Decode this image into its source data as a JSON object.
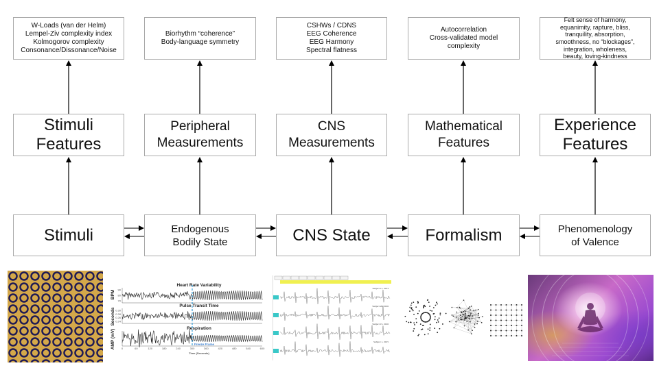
{
  "diagram": {
    "columns": [
      {
        "id": "stimuli",
        "top_box": "W-Loads (van der Helm)\nLempel-Ziv complexity index\nKolmogorov complexity\nConsonance/Dissonance/Noise",
        "middle_box": "Stimuli\nFeatures",
        "bottom_box": "Stimuli"
      },
      {
        "id": "body",
        "top_box": "Biorhythm “coherence”\nBody-language symmetry",
        "middle_box": "Peripheral\nMeasurements",
        "bottom_box": "Endogenous\nBodily State"
      },
      {
        "id": "cns",
        "top_box": "CSHWs / CDNS\nEEG Coherence\nEEG Harmony\nSpectral flatness",
        "middle_box": "CNS\nMeasurements",
        "bottom_box": "CNS State"
      },
      {
        "id": "formalism",
        "top_box": "Autocorrelation\nCross-validated model\ncomplexity",
        "middle_box": "Mathematical\nFeatures",
        "bottom_box": "Formalism"
      },
      {
        "id": "phenomenology",
        "top_box": "Felt sense of harmony,\nequanimity, rapture, bliss,\ntranquility, absorption,\nsmoothness, no “blockages”,\nintegration, wholeness,\nbeauty, loving-kindness",
        "middle_box": "Experience\nFeatures",
        "bottom_box": "Phenomenology\nof Valence"
      }
    ],
    "connections": {
      "vertical": "bottom box → middle box → top box (arrow up)",
      "horizontal": "bidirectional arrows between adjacent bottom boxes"
    }
  },
  "images": {
    "pattern": {
      "description": "gold and navy quasi-periodic circle tiling pattern"
    },
    "physio_chart": {
      "panels": [
        {
          "title": "Heart Rate Variability",
          "ylabel": "BPM",
          "yticks": [
            "90",
            "80",
            "70"
          ]
        },
        {
          "title": "Pulse Transit Time",
          "ylabel": "Seconds",
          "yticks": [
            "0.30",
            "0.28",
            "0.26",
            "0.24"
          ]
        },
        {
          "title": "Respiration",
          "ylabel": "AMP (mV)",
          "yticks": []
        }
      ],
      "xlabel": "Time (Seconds)",
      "xticks": [
        "0",
        "60",
        "120",
        "180",
        "240",
        "300",
        "360",
        "420",
        "480",
        "540",
        "600"
      ],
      "marker_label": "Freeze Frame",
      "marker_x": 300,
      "marker_color": "#3a7fd0"
    },
    "eeg_panel": {
      "tabs": [
        "",
        "",
        "",
        "",
        "",
        "",
        "",
        "",
        ""
      ],
      "header_color": "#f0f050",
      "channel_color": "#3ac8c8",
      "traces": [
        {
          "label": "Subject 11, 2013"
        },
        {
          "label": "Subject 26, 2016"
        },
        {
          "label": "Subject 15, 2016"
        },
        {
          "label": "Subject 1, 2015"
        }
      ]
    },
    "networks": {
      "description": "three network graphs: clustered, random, lattice"
    },
    "meditation": {
      "description": "meditating figure surrounded by glowing purple and gold light"
    }
  }
}
